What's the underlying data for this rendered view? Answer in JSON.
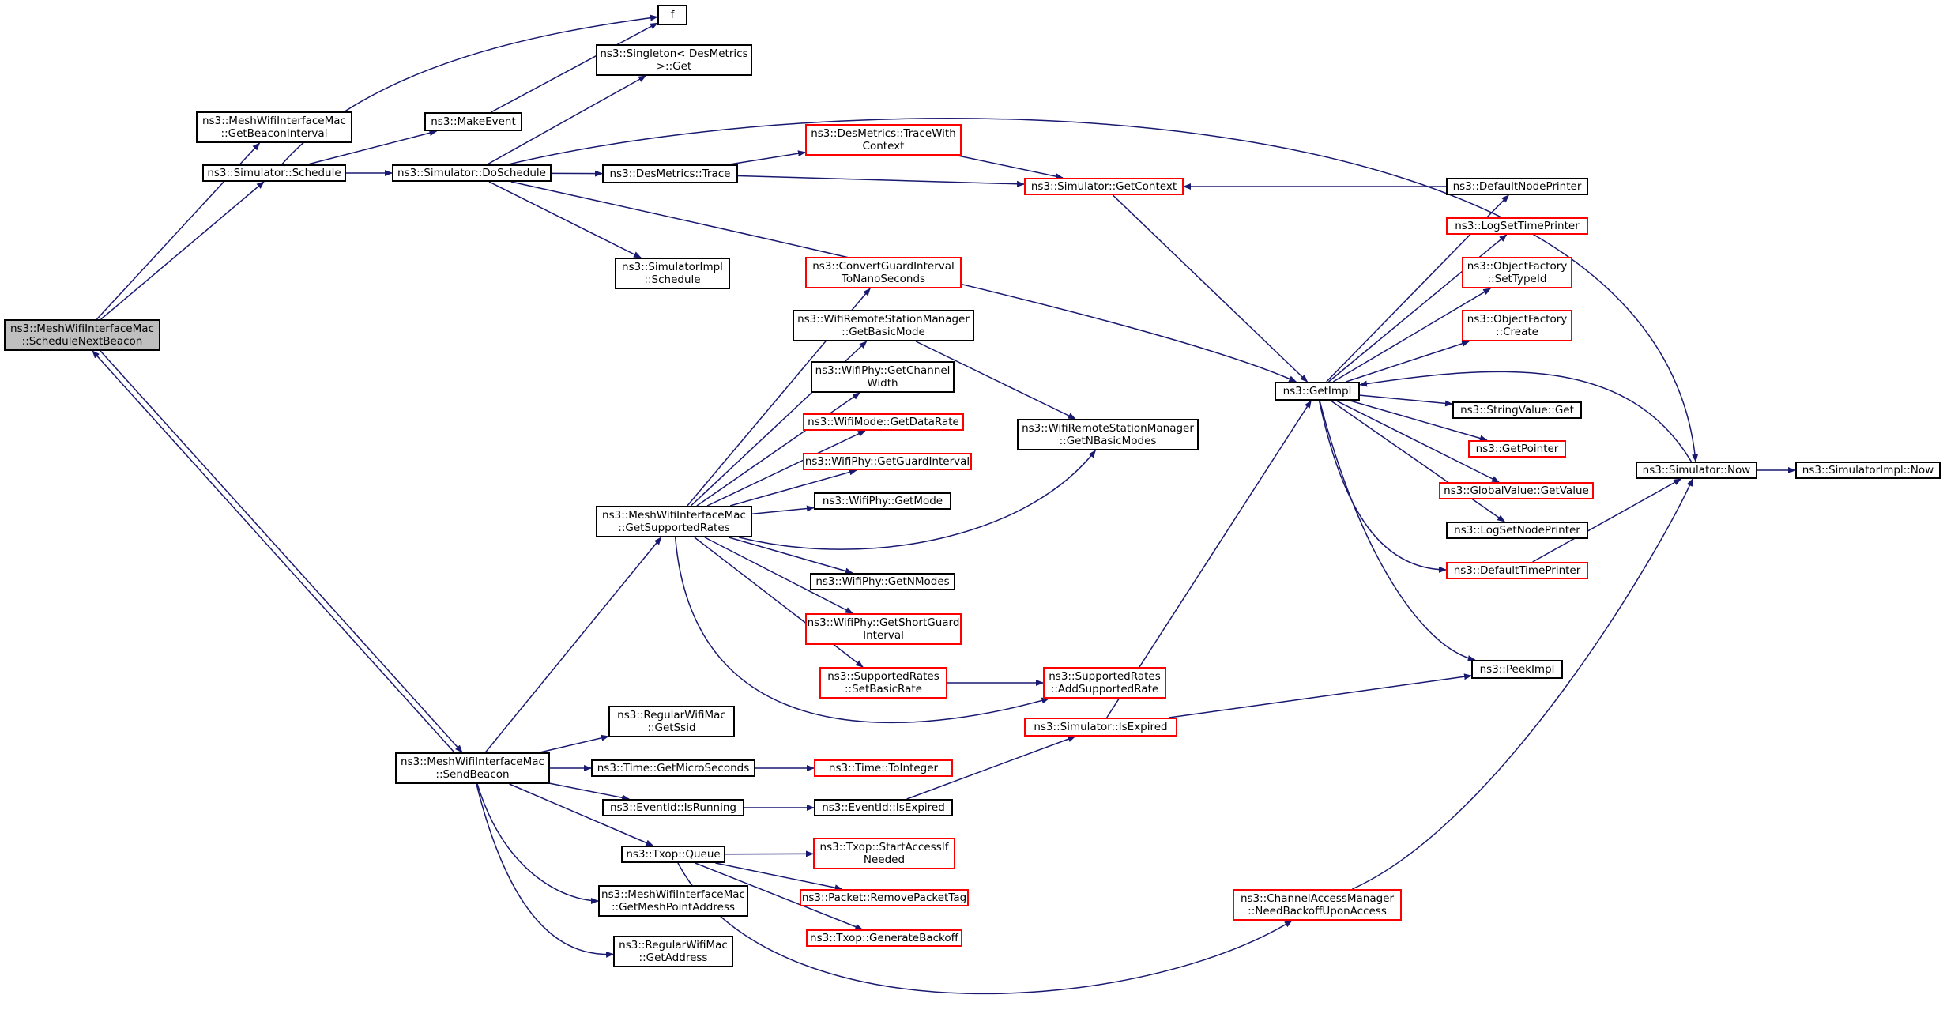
{
  "colors": {
    "edge": "#191970",
    "node_border": "#000000",
    "node_border_incomplete": "#ff0000",
    "root_fill": "#bfbfbf"
  },
  "nodes": [
    {
      "id": "schedule_next_beacon",
      "label": "ns3::MeshWifiInterfaceMac\n::ScheduleNextBeacon",
      "incomplete": false,
      "root": true
    },
    {
      "id": "get_beacon_interval",
      "label": "ns3::MeshWifiInterfaceMac\n::GetBeaconInterval",
      "incomplete": false
    },
    {
      "id": "simulator_schedule",
      "label": "ns3::Simulator::Schedule",
      "incomplete": false
    },
    {
      "id": "send_beacon",
      "label": "ns3::MeshWifiInterfaceMac\n::SendBeacon",
      "incomplete": false
    },
    {
      "id": "f",
      "label": "f",
      "incomplete": false
    },
    {
      "id": "make_event",
      "label": "ns3::MakeEvent",
      "incomplete": false
    },
    {
      "id": "do_schedule",
      "label": "ns3::Simulator::DoSchedule",
      "incomplete": false
    },
    {
      "id": "singleton_get",
      "label": "ns3::Singleton< DesMetrics\n>::Get",
      "incomplete": false
    },
    {
      "id": "desmetrics_trace",
      "label": "ns3::DesMetrics::Trace",
      "incomplete": false
    },
    {
      "id": "simulatorimpl_schedule",
      "label": "ns3::SimulatorImpl\n::Schedule",
      "incomplete": false
    },
    {
      "id": "trace_with_context",
      "label": "ns3::DesMetrics::TraceWith\nContext",
      "incomplete": true
    },
    {
      "id": "get_context",
      "label": "ns3::Simulator::GetContext",
      "incomplete": true
    },
    {
      "id": "get_supported_rates",
      "label": "ns3::MeshWifiInterfaceMac\n::GetSupportedRates",
      "incomplete": false
    },
    {
      "id": "convert_guard_interval",
      "label": "ns3::ConvertGuardInterval\nToNanoSeconds",
      "incomplete": true
    },
    {
      "id": "get_basic_mode",
      "label": "ns3::WifiRemoteStationManager\n::GetBasicMode",
      "incomplete": false
    },
    {
      "id": "get_channel_width",
      "label": "ns3::WifiPhy::GetChannel\nWidth",
      "incomplete": false
    },
    {
      "id": "get_data_rate",
      "label": "ns3::WifiMode::GetDataRate",
      "incomplete": true
    },
    {
      "id": "get_guard_interval",
      "label": "ns3::WifiPhy::GetGuardInterval",
      "incomplete": true
    },
    {
      "id": "get_mode",
      "label": "ns3::WifiPhy::GetMode",
      "incomplete": false
    },
    {
      "id": "get_n_modes",
      "label": "ns3::WifiPhy::GetNModes",
      "incomplete": false
    },
    {
      "id": "get_short_guard_interval",
      "label": "ns3::WifiPhy::GetShortGuard\nInterval",
      "incomplete": true
    },
    {
      "id": "set_basic_rate",
      "label": "ns3::SupportedRates\n::SetBasicRate",
      "incomplete": true
    },
    {
      "id": "get_n_basic_modes",
      "label": "ns3::WifiRemoteStationManager\n::GetNBasicModes",
      "incomplete": false
    },
    {
      "id": "add_supported_rate",
      "label": "ns3::SupportedRates\n::AddSupportedRate",
      "incomplete": true
    },
    {
      "id": "get_ssid",
      "label": "ns3::RegularWifiMac\n::GetSsid",
      "incomplete": false
    },
    {
      "id": "get_micro_seconds",
      "label": "ns3::Time::GetMicroSeconds",
      "incomplete": false
    },
    {
      "id": "to_integer",
      "label": "ns3::Time::ToInteger",
      "incomplete": true
    },
    {
      "id": "eventid_is_running",
      "label": "ns3::EventId::IsRunning",
      "incomplete": false
    },
    {
      "id": "eventid_is_expired",
      "label": "ns3::EventId::IsExpired",
      "incomplete": false
    },
    {
      "id": "simulator_is_expired",
      "label": "ns3::Simulator::IsExpired",
      "incomplete": true
    },
    {
      "id": "txop_queue",
      "label": "ns3::Txop::Queue",
      "incomplete": false
    },
    {
      "id": "start_access_if_needed",
      "label": "ns3::Txop::StartAccessIf\nNeeded",
      "incomplete": true
    },
    {
      "id": "remove_packet_tag",
      "label": "ns3::Packet::RemovePacketTag",
      "incomplete": true
    },
    {
      "id": "generate_backoff",
      "label": "ns3::Txop::GenerateBackoff",
      "incomplete": true
    },
    {
      "id": "get_mesh_point_address",
      "label": "ns3::MeshWifiInterfaceMac\n::GetMeshPointAddress",
      "incomplete": false
    },
    {
      "id": "regular_get_address",
      "label": "ns3::RegularWifiMac\n::GetAddress",
      "incomplete": false
    },
    {
      "id": "need_backoff_upon_access",
      "label": "ns3::ChannelAccessManager\n::NeedBackoffUponAccess",
      "incomplete": true
    },
    {
      "id": "get_impl",
      "label": "ns3::GetImpl",
      "incomplete": false
    },
    {
      "id": "default_node_printer",
      "label": "ns3::DefaultNodePrinter",
      "incomplete": false
    },
    {
      "id": "log_set_time_printer",
      "label": "ns3::LogSetTimePrinter",
      "incomplete": true
    },
    {
      "id": "object_factory_set_type_id",
      "label": "ns3::ObjectFactory\n::SetTypeId",
      "incomplete": true
    },
    {
      "id": "object_factory_create",
      "label": "ns3::ObjectFactory\n::Create",
      "incomplete": true
    },
    {
      "id": "string_value_get",
      "label": "ns3::StringValue::Get",
      "incomplete": false
    },
    {
      "id": "get_pointer",
      "label": "ns3::GetPointer",
      "incomplete": true
    },
    {
      "id": "global_value_get_value",
      "label": "ns3::GlobalValue::GetValue",
      "incomplete": true
    },
    {
      "id": "log_set_node_printer",
      "label": "ns3::LogSetNodePrinter",
      "incomplete": false
    },
    {
      "id": "default_time_printer",
      "label": "ns3::DefaultTimePrinter",
      "incomplete": true
    },
    {
      "id": "peek_impl",
      "label": "ns3::PeekImpl",
      "incomplete": false
    },
    {
      "id": "simulator_now",
      "label": "ns3::Simulator::Now",
      "incomplete": false
    },
    {
      "id": "simulatorimpl_now",
      "label": "ns3::SimulatorImpl::Now",
      "incomplete": false
    }
  ],
  "edges": [
    [
      "schedule_next_beacon",
      "get_beacon_interval"
    ],
    [
      "schedule_next_beacon",
      "simulator_schedule"
    ],
    [
      "schedule_next_beacon",
      "send_beacon"
    ],
    [
      "send_beacon",
      "schedule_next_beacon"
    ],
    [
      "simulator_schedule",
      "f"
    ],
    [
      "simulator_schedule",
      "make_event"
    ],
    [
      "simulator_schedule",
      "do_schedule"
    ],
    [
      "make_event",
      "f"
    ],
    [
      "do_schedule",
      "singleton_get"
    ],
    [
      "do_schedule",
      "desmetrics_trace"
    ],
    [
      "do_schedule",
      "simulatorimpl_schedule"
    ],
    [
      "do_schedule",
      "simulator_now"
    ],
    [
      "do_schedule",
      "get_impl"
    ],
    [
      "desmetrics_trace",
      "trace_with_context"
    ],
    [
      "desmetrics_trace",
      "get_context"
    ],
    [
      "trace_with_context",
      "get_context"
    ],
    [
      "get_context",
      "get_impl"
    ],
    [
      "default_node_printer",
      "get_context"
    ],
    [
      "send_beacon",
      "get_supported_rates"
    ],
    [
      "get_supported_rates",
      "convert_guard_interval"
    ],
    [
      "get_supported_rates",
      "get_basic_mode"
    ],
    [
      "get_supported_rates",
      "get_channel_width"
    ],
    [
      "get_supported_rates",
      "get_data_rate"
    ],
    [
      "get_supported_rates",
      "get_guard_interval"
    ],
    [
      "get_supported_rates",
      "get_mode"
    ],
    [
      "get_supported_rates",
      "get_n_basic_modes"
    ],
    [
      "get_supported_rates",
      "get_n_modes"
    ],
    [
      "get_supported_rates",
      "get_short_guard_interval"
    ],
    [
      "get_supported_rates",
      "set_basic_rate"
    ],
    [
      "get_supported_rates",
      "add_supported_rate"
    ],
    [
      "get_basic_mode",
      "get_n_basic_modes"
    ],
    [
      "set_basic_rate",
      "add_supported_rate"
    ],
    [
      "send_beacon",
      "get_ssid"
    ],
    [
      "send_beacon",
      "get_micro_seconds"
    ],
    [
      "get_micro_seconds",
      "to_integer"
    ],
    [
      "send_beacon",
      "eventid_is_running"
    ],
    [
      "eventid_is_running",
      "eventid_is_expired"
    ],
    [
      "eventid_is_expired",
      "simulator_is_expired"
    ],
    [
      "simulator_is_expired",
      "get_impl"
    ],
    [
      "simulator_is_expired",
      "peek_impl"
    ],
    [
      "send_beacon",
      "txop_queue"
    ],
    [
      "txop_queue",
      "start_access_if_needed"
    ],
    [
      "txop_queue",
      "remove_packet_tag"
    ],
    [
      "txop_queue",
      "generate_backoff"
    ],
    [
      "txop_queue",
      "need_backoff_upon_access"
    ],
    [
      "send_beacon",
      "get_mesh_point_address"
    ],
    [
      "send_beacon",
      "regular_get_address"
    ],
    [
      "need_backoff_upon_access",
      "simulator_now"
    ],
    [
      "get_impl",
      "default_node_printer"
    ],
    [
      "get_impl",
      "log_set_time_printer"
    ],
    [
      "get_impl",
      "object_factory_set_type_id"
    ],
    [
      "get_impl",
      "object_factory_create"
    ],
    [
      "get_impl",
      "string_value_get"
    ],
    [
      "get_impl",
      "get_pointer"
    ],
    [
      "get_impl",
      "global_value_get_value"
    ],
    [
      "get_impl",
      "log_set_node_printer"
    ],
    [
      "get_impl",
      "default_time_printer"
    ],
    [
      "get_impl",
      "peek_impl"
    ],
    [
      "default_time_printer",
      "simulator_now"
    ],
    [
      "simulator_now",
      "get_impl"
    ],
    [
      "simulator_now",
      "simulatorimpl_now"
    ]
  ]
}
